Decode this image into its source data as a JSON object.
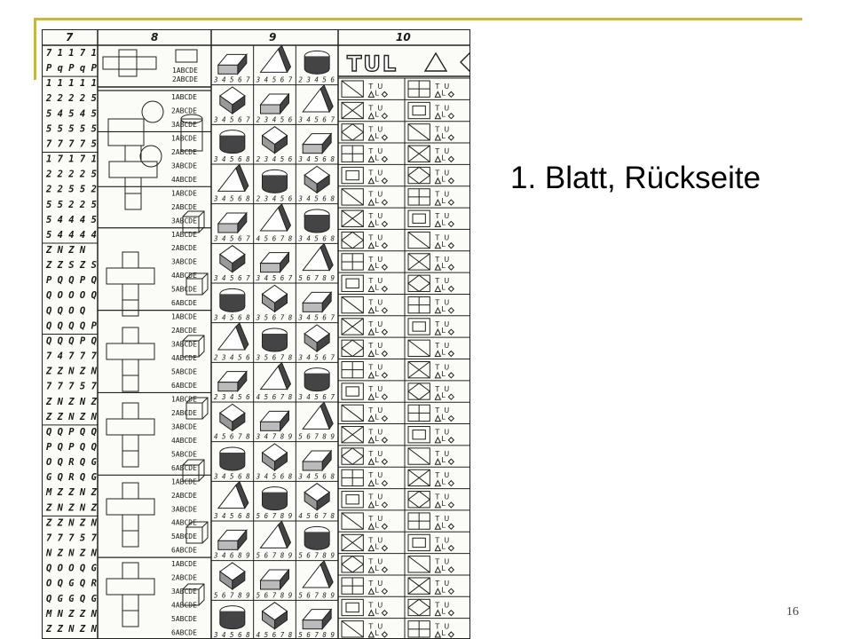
{
  "slide": {
    "title": "1. Blatt, Rückseite",
    "page_number": "16"
  },
  "sheet": {
    "section_numbers": [
      "7",
      "8",
      "9",
      "10"
    ],
    "header_text": "TUL",
    "answer_letters": "ABCDE",
    "col8_labels": [
      "1ABCDE",
      "2ABCDE",
      "1ABCDE",
      "2ABCDE",
      "3ABCDE",
      "1ABCDE",
      "2ABCDE",
      "3ABCDE",
      "4ABCDE",
      "1ABCDE",
      "2ABCDE",
      "3ABCDE",
      "1ABCDE",
      "2ABCDE",
      "3ABCDE",
      "4ABCDE",
      "5ABCDE",
      "6ABCDE",
      "1ABCDE",
      "2ABCDE",
      "3ABCDE",
      "4ABCDE",
      "5ABCDE",
      "6ABCDE",
      "1ABCDE",
      "2ABCDE",
      "3ABCDE",
      "4ABCDE",
      "5ABCDE",
      "6ABCDE",
      "1ABCDE",
      "2ABCDE",
      "3ABCDE",
      "4ABCDE",
      "5ABCDE",
      "6ABCDE",
      "1ABCDE",
      "2ABCDE",
      "3ABCDE",
      "4ABCDE",
      "5ABCDE",
      "6ABCDE"
    ],
    "col9_numbers": [
      [
        "34567",
        "34567",
        "23456"
      ],
      [
        "34567",
        "23456",
        "34567"
      ],
      [
        "34568",
        "23456",
        "34568"
      ],
      [
        "34568",
        "23456",
        "34568"
      ],
      [
        "34567",
        "45678",
        "34568"
      ],
      [
        "34567",
        "34567",
        "56789"
      ],
      [
        "34568",
        "35678",
        "34567"
      ],
      [
        "23456",
        "35678",
        "34567"
      ],
      [
        "23456",
        "45678",
        "34567"
      ],
      [
        "45678",
        "34789",
        "56789"
      ],
      [
        "34568",
        "34568",
        "34568"
      ],
      [
        "34568",
        "56789",
        "45678"
      ],
      [
        "34689",
        "56789",
        "56789"
      ],
      [
        "56789",
        "56789",
        "56789"
      ],
      [
        "34568",
        "45678",
        "56789"
      ]
    ],
    "col7_rows": [
      "71171",
      "PqPqP",
      "11111",
      "22225",
      "54545",
      "55555",
      "77775",
      "17171",
      "22225",
      "22552",
      "55225",
      "54445",
      "54444",
      "ZNZN",
      "ZZSZS",
      "PQQPQ",
      "QOOOQ",
      "QQOQ",
      "QQQQP",
      "QQQPQ",
      "74777",
      "ZZNZN",
      "77757",
      "ZNZNZ",
      "ZZNZN",
      "QQPQQ",
      "PQPQQ",
      "OQRQG",
      "GQRQG",
      "MZZNZ",
      "ZNZNZ",
      "ZZNZN",
      "77757",
      "NZNZN",
      "QOOQG",
      "OQGQR",
      "QGGQG",
      "MNZZN",
      "ZZNZN"
    ]
  }
}
